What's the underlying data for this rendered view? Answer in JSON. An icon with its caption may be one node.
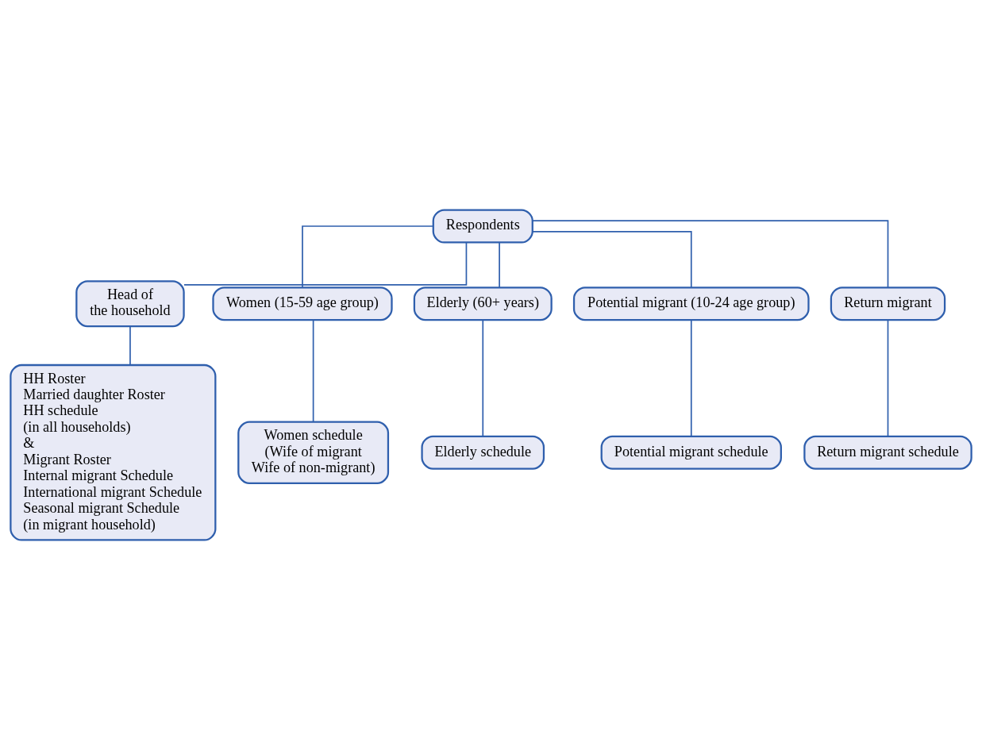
{
  "diagram": {
    "nodes": [
      {
        "text": [
          "Respondents"
        ]
      },
      {
        "text": [
          "Head of the household"
        ]
      },
      {
        "text": [
          "Women (15-59 age group)"
        ]
      },
      {
        "text": [
          "Elderly (60+ years)"
        ]
      },
      {
        "text": [
          "Potential migrant (10-24 age group)"
        ]
      },
      {
        "text": [
          "Return migrant"
        ]
      },
      {
        "text": [
          "HH Roster",
          "Married daughter Roster",
          "HH schedule",
          "(in all households)",
          "&",
          "Migrant Roster",
          "Internal migrant Schedule",
          "International migrant Schedule",
          "Seasonal migrant Schedule",
          "(in migrant household)"
        ]
      },
      {
        "text": [
          "Women schedule",
          "(Wife of migrant",
          "Wife of non-migrant)"
        ]
      },
      {
        "text": [
          "Elderly schedule"
        ]
      },
      {
        "text": [
          "Potential migrant schedule"
        ]
      },
      {
        "text": [
          "Return migrant schedule"
        ]
      }
    ],
    "edges": [
      {
        "from": 0,
        "to": 1,
        "arrow": "none"
      },
      {
        "from": 0,
        "to": 2,
        "arrow": "none"
      },
      {
        "from": 0,
        "to": 3,
        "arrow": "none"
      },
      {
        "from": 0,
        "to": 4,
        "arrow": "none"
      },
      {
        "from": 0,
        "to": 5,
        "arrow": "none"
      },
      {
        "from": 1,
        "to": 6,
        "arrow": "none"
      },
      {
        "from": 2,
        "to": 7,
        "arrow": "none"
      },
      {
        "from": 3,
        "to": 8,
        "arrow": "none"
      },
      {
        "from": 4,
        "to": 9,
        "arrow": "none"
      },
      {
        "from": 5,
        "to": 10,
        "arrow": "none"
      }
    ]
  }
}
